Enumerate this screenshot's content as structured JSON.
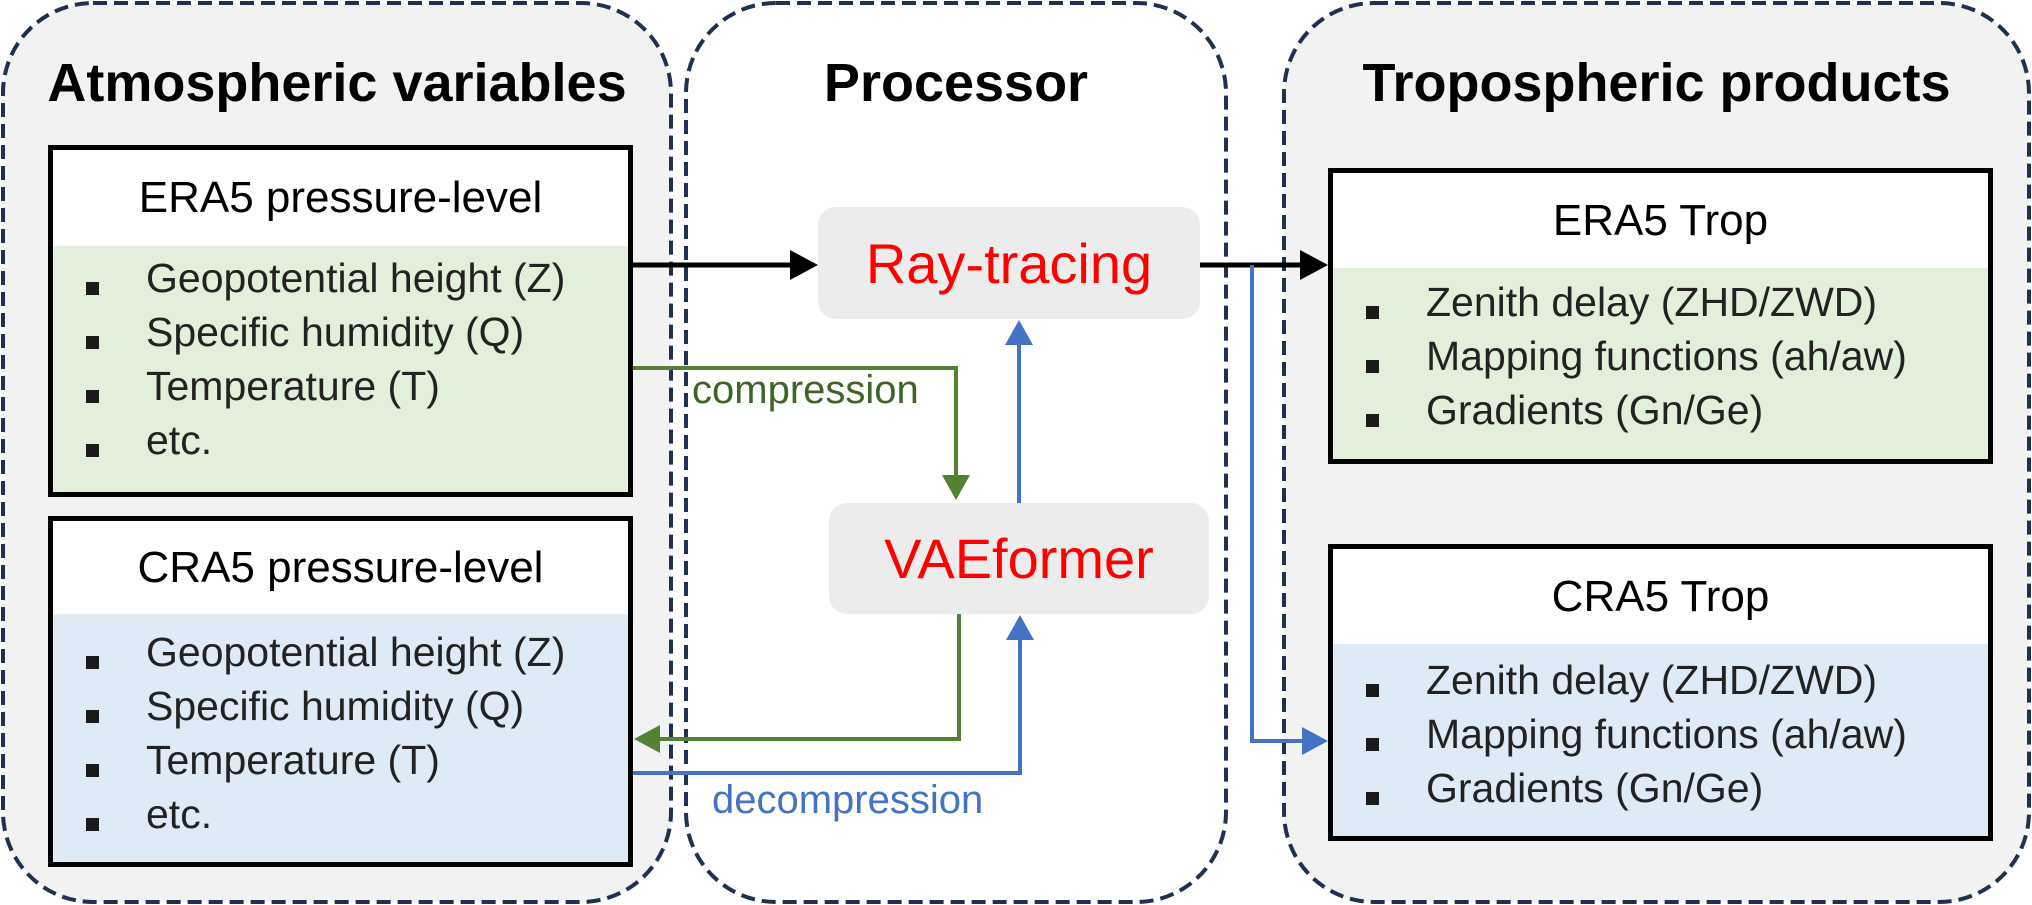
{
  "panels": {
    "input": {
      "title": "Atmospheric variables"
    },
    "processor": {
      "title": "Processor"
    },
    "output": {
      "title": "Tropospheric products"
    }
  },
  "inputs": [
    {
      "name": "ERA5 pressure-level",
      "items": [
        "Geopotential height (Z)",
        "Specific humidity (Q)",
        "Temperature (T)",
        "etc."
      ],
      "fill": "#e2efda"
    },
    {
      "name": "CRA5 pressure-level",
      "items": [
        "Geopotential height (Z)",
        "Specific humidity (Q)",
        "Temperature (T)",
        "etc."
      ],
      "fill": "#deebf7"
    }
  ],
  "processors": {
    "ray_tracing": "Ray-tracing",
    "vaeformer": "VAEformer"
  },
  "outputs": [
    {
      "name": "ERA5 Trop",
      "items": [
        "Zenith delay (ZHD/ZWD)",
        "Mapping functions (ah/aw)",
        "Gradients (Gn/Ge)"
      ],
      "fill": "#e2efda"
    },
    {
      "name": "CRA5 Trop",
      "items": [
        "Zenith delay (ZHD/ZWD)",
        "Mapping functions (ah/aw)",
        "Gradients (Gn/Ge)"
      ],
      "fill": "#deebf7"
    }
  ],
  "edges": {
    "compression": {
      "label": "compression",
      "color": "#548235"
    },
    "decompression": {
      "label": "decompression",
      "color": "#4472c4"
    },
    "main": {
      "color": "#000000"
    }
  },
  "colors": {
    "panel_border": "#1f3050",
    "panel_fill": "#f2f2f2",
    "processor_text": "#ff0000"
  }
}
